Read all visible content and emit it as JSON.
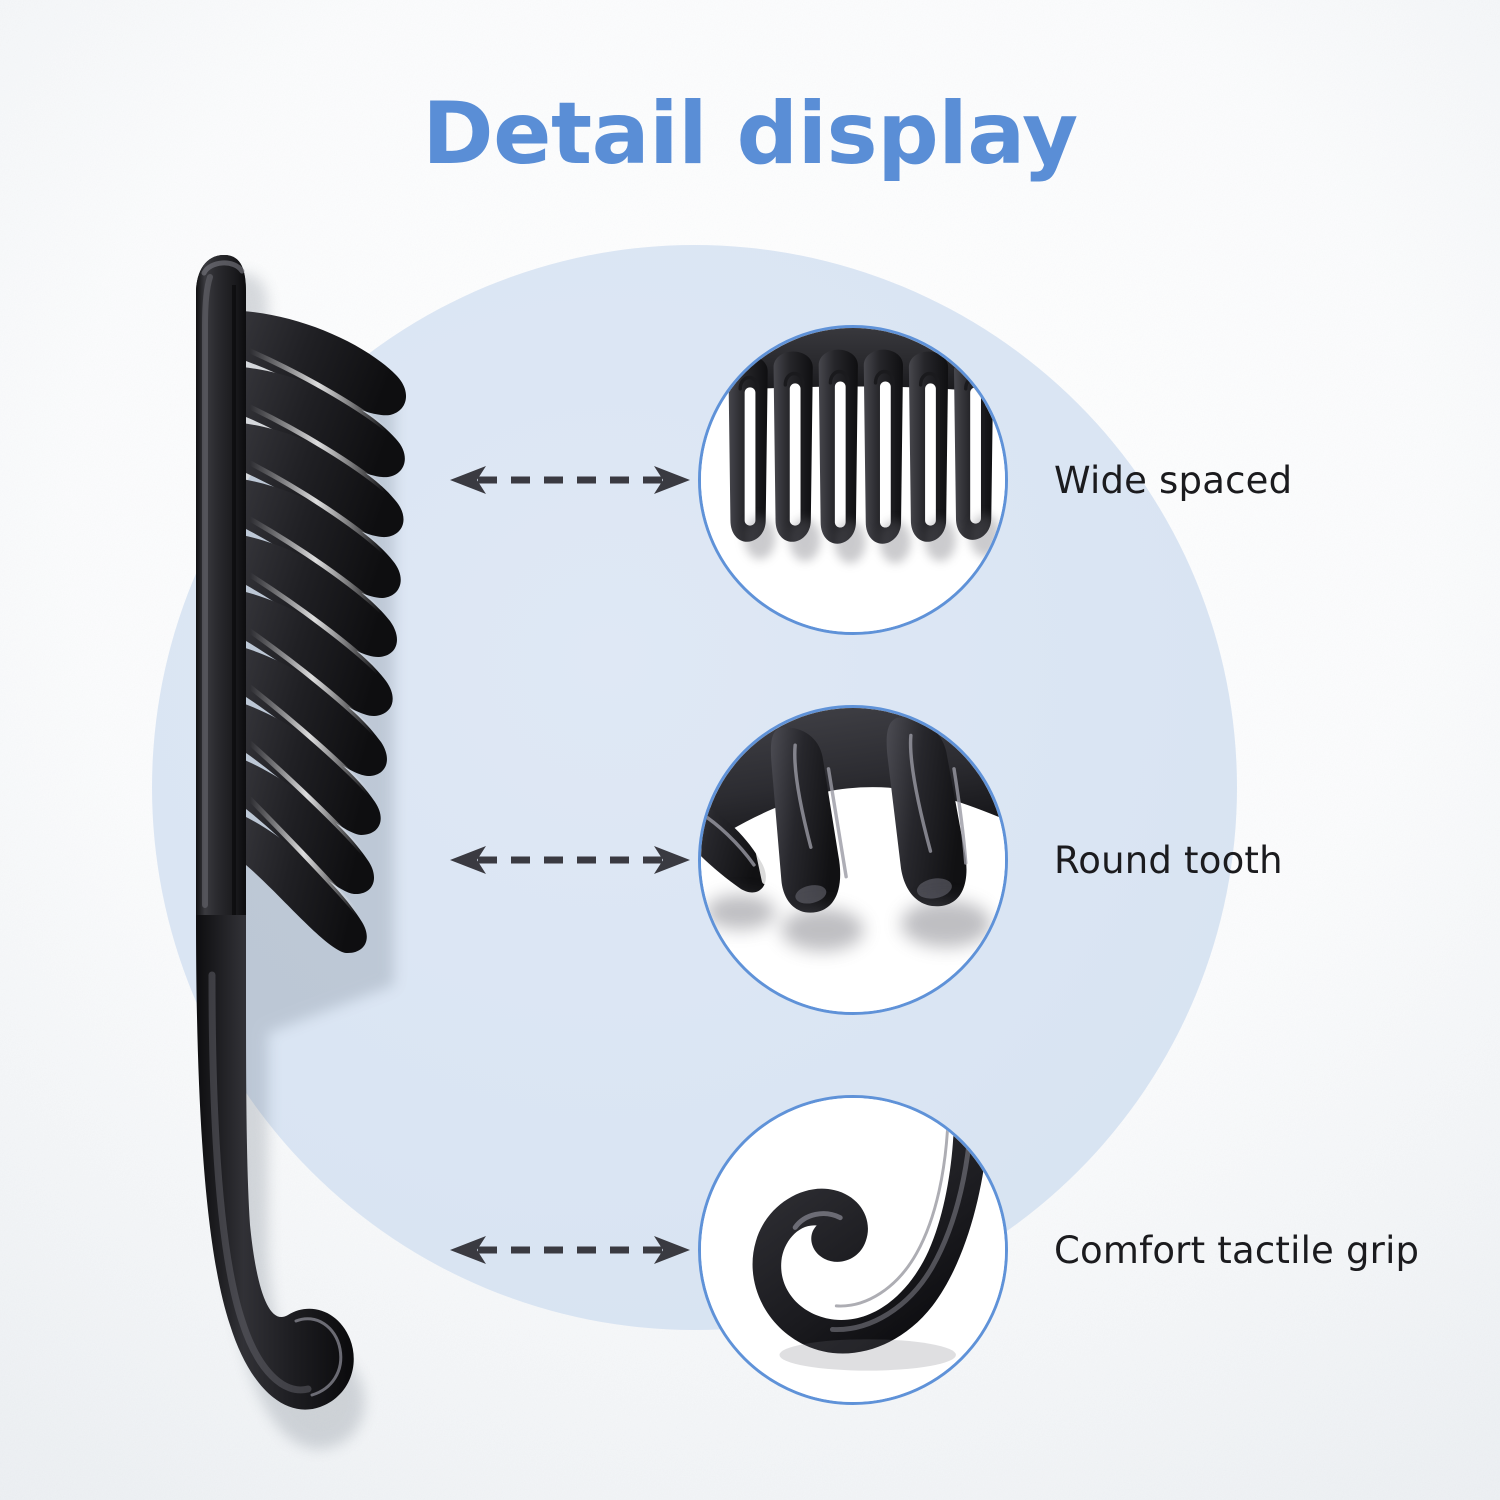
{
  "page": {
    "title": "Detail display",
    "background_color": "#eef1f4",
    "accent_color": "#5a8ed6",
    "backdrop_circle_color": "#dae5f3",
    "product_color": "#242427"
  },
  "product": {
    "name": "wide-tooth-comb-with-hook-handle",
    "alt": "Black wide tooth detangling comb with curved hook handle"
  },
  "callouts": [
    {
      "id": "wide-spaced",
      "label": "Wide spaced",
      "detail_icon": "comb-teeth-closeup-icon",
      "connector_icon": "double-headed-dashed-arrow-icon"
    },
    {
      "id": "round-tooth",
      "label": "Round tooth",
      "detail_icon": "rounded-tooth-tip-closeup-icon",
      "connector_icon": "double-headed-dashed-arrow-icon"
    },
    {
      "id": "comfort-tactile-grip",
      "label": "Comfort tactile grip",
      "detail_icon": "hook-handle-closeup-icon",
      "connector_icon": "double-headed-dashed-arrow-icon"
    }
  ]
}
